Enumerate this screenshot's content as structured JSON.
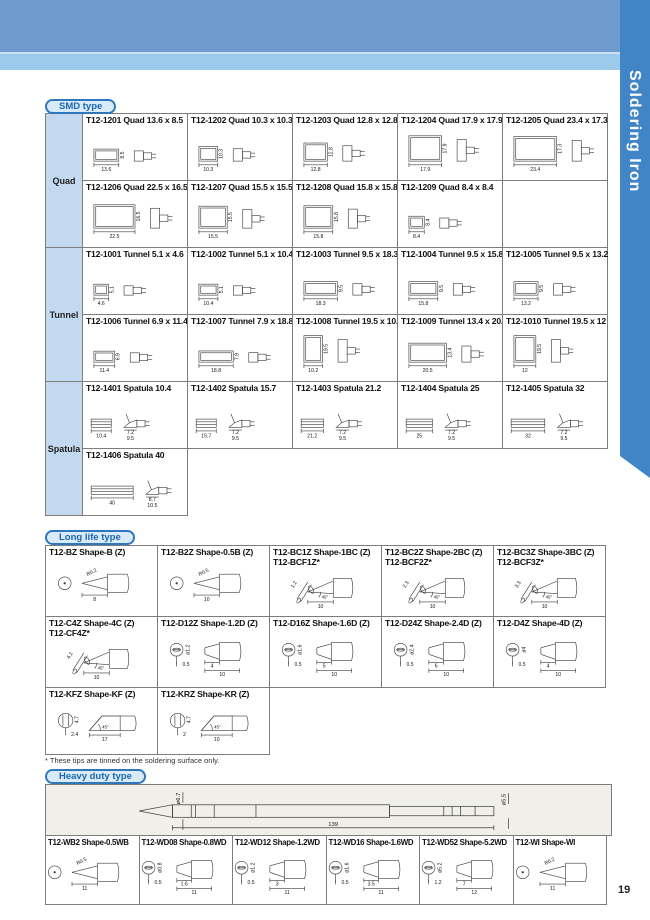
{
  "page": {
    "number": "19"
  },
  "side_tab": {
    "label": "Soldering Iron"
  },
  "colors": {
    "band_blue": "#6e9ace",
    "band_light": "#9ccaec",
    "tab_blue": "#4285c6",
    "badge_text": "#1a66ae",
    "badge_border": "#2e77bd",
    "row_label_bg": "#c3d9f0",
    "grid_border": "#7d7d7d"
  },
  "sections": {
    "smd": {
      "badge": "SMD type",
      "groups": [
        {
          "label": "Quad",
          "rows": [
            [
              {
                "title": "T12-1201 Quad 13.6 x 8.5",
                "type": "quad",
                "w": 13.6,
                "h": 8.5
              },
              {
                "title": "T12-1202 Quad 10.3 x 10.3",
                "type": "quad",
                "w": 10.3,
                "h": 10.3
              },
              {
                "title": "T12-1203 Quad 12.8 x 12.8",
                "type": "quad",
                "w": 12.8,
                "h": 12.8
              },
              {
                "title": "T12-1204 Quad 17.9 x 17.9",
                "type": "quad",
                "w": 17.9,
                "h": 17.9
              },
              {
                "title": "T12-1205 Quad 23.4 x 17.3",
                "type": "quad",
                "w": 23.4,
                "h": 17.3
              }
            ],
            [
              {
                "title": "T12-1206 Quad 22.5 x 16.5",
                "type": "quad",
                "w": 22.5,
                "h": 16.5
              },
              {
                "title": "T12-1207 Quad 15.5 x 15.5",
                "type": "quad",
                "w": 15.5,
                "h": 15.5
              },
              {
                "title": "T12-1208 Quad 15.8 x 15.8",
                "type": "quad",
                "w": 15.8,
                "h": 15.8
              },
              {
                "title": "T12-1209 Quad 8.4 x 8.4",
                "type": "quad",
                "w": 8.4,
                "h": 8.4
              },
              {
                "empty": true,
                "bordered": true
              }
            ]
          ]
        },
        {
          "label": "Tunnel",
          "rows": [
            [
              {
                "title": "T12-1001 Tunnel 5.1 x 4.6",
                "type": "tunnel",
                "w": 5.1,
                "h": 4.6
              },
              {
                "title": "T12-1002 Tunnel 5.1 x 10.4",
                "type": "tunnel",
                "w": 5.1,
                "h": 10.4
              },
              {
                "title": "T12-1003 Tunnel 9.5 x 18.3",
                "type": "tunnel",
                "w": 9.5,
                "h": 18.3
              },
              {
                "title": "T12-1004 Tunnel 9.5 x 15.8",
                "type": "tunnel",
                "w": 9.5,
                "h": 15.8
              },
              {
                "title": "T12-1005 Tunnel 9.5 x 13.2",
                "type": "tunnel",
                "w": 9.5,
                "h": 13.2
              }
            ],
            [
              {
                "title": "T12-1006 Tunnel 6.9 x 11.4",
                "type": "tunnel",
                "w": 6.9,
                "h": 11.4
              },
              {
                "title": "T12-1007 Tunnel 7.9 x 18.8",
                "type": "tunnel",
                "w": 7.9,
                "h": 18.8
              },
              {
                "title": "T12-1008 Tunnel 19.5 x 10.2",
                "type": "tunnel",
                "w": 19.5,
                "h": 10.2
              },
              {
                "title": "T12-1009 Tunnel 13.4 x 20.5",
                "type": "tunnel",
                "w": 13.4,
                "h": 20.5
              },
              {
                "title": "T12-1010 Tunnel 19.5 x 12",
                "type": "tunnel",
                "w": 19.5,
                "h": 12
              }
            ]
          ]
        },
        {
          "label": "Spatula",
          "rows": [
            [
              {
                "title": "T12-1401 Spatula 10.4",
                "type": "spatula",
                "w": 10.4,
                "dims": [
                  "7.2",
                  "9.5"
                ]
              },
              {
                "title": "T12-1402 Spatula 15.7",
                "type": "spatula",
                "w": 15.7,
                "dims": [
                  "7.2",
                  "9.5"
                ]
              },
              {
                "title": "T12-1403 Spatula 21.2",
                "type": "spatula",
                "w": 21.2,
                "dims": [
                  "7.2",
                  "9.5"
                ]
              },
              {
                "title": "T12-1404 Spatula 25",
                "type": "spatula",
                "w": 25,
                "dims": [
                  "7.2",
                  "9.5"
                ]
              },
              {
                "title": "T12-1405 Spatula 32",
                "type": "spatula",
                "w": 32,
                "dims": [
                  "7.2",
                  "9.5"
                ]
              }
            ],
            [
              {
                "title": "T12-1406 Spatula 40",
                "type": "spatula",
                "w": 40,
                "dims": [
                  "8.7",
                  "10.5"
                ]
              },
              {
                "empty": true
              },
              {
                "empty": true
              },
              {
                "empty": true
              },
              {
                "empty": true
              }
            ]
          ]
        }
      ]
    },
    "longlife": {
      "badge": "Long life type",
      "footnote": "* These tips are tinned on the soldering surface only.",
      "rows": [
        [
          {
            "title": "T12-BZ Shape-B (Z)",
            "type": "cone",
            "dims": [
              "R0.2",
              "8"
            ]
          },
          {
            "title": "T12-B2Z Shape-0.5B (Z)",
            "type": "cone",
            "dims": [
              "R0.5",
              "10"
            ]
          },
          {
            "title": "T12-BC1Z Shape-1BC (Z)",
            "title2": "T12-BCF1Z*",
            "type": "bevel",
            "dims": [
              "1.2",
              "45°",
              "10"
            ]
          },
          {
            "title": "T12-BC2Z Shape-2BC (Z)",
            "title2": "T12-BCF2Z*",
            "type": "bevel",
            "dims": [
              "2.3",
              "45°",
              "10"
            ]
          },
          {
            "title": "T12-BC3Z Shape-3BC (Z)",
            "title2": "T12-BCF3Z*",
            "type": "bevel",
            "dims": [
              "3.3",
              "45°",
              "10"
            ]
          }
        ],
        [
          {
            "title": "T12-C4Z Shape-4C (Z)",
            "title2": "T12-CF4Z*",
            "type": "bevel",
            "dims": [
              "4.2",
              "45°",
              "10"
            ]
          },
          {
            "title": "T12-D12Z Shape-1.2D (Z)",
            "type": "chisel",
            "dims": [
              "ø1.2",
              "0.5",
              "4",
              "10"
            ]
          },
          {
            "title": "T12-D16Z Shape-1.6D (Z)",
            "type": "chisel",
            "dims": [
              "ø1.6",
              "0.5",
              "5",
              "10"
            ]
          },
          {
            "title": "T12-D24Z Shape-2.4D (Z)",
            "type": "chisel",
            "dims": [
              "ø2.4",
              "0.5",
              "6",
              "10"
            ]
          },
          {
            "title": "T12-D4Z Shape-4D (Z)",
            "type": "chisel",
            "dims": [
              "ø4",
              "0.5",
              "4",
              "10"
            ]
          }
        ],
        [
          {
            "title": "T12-KFZ Shape-KF (Z)",
            "type": "knife",
            "dims": [
              "4.7",
              "2.4",
              "45°",
              "17"
            ]
          },
          {
            "title": "T12-KRZ Shape-KR (Z)",
            "type": "knife",
            "dims": [
              "4.7",
              "2",
              "45°",
              "10"
            ]
          },
          {
            "empty": true
          },
          {
            "empty": true
          },
          {
            "empty": true
          }
        ]
      ]
    },
    "heavy": {
      "badge": "Heavy duty type",
      "main_drawing_dims": [
        "ø6.7",
        "139",
        "ø5.5"
      ],
      "cells": [
        {
          "title": "T12-WB2 Shape-0.5WB",
          "type": "cone",
          "dims": [
            "R0.5",
            "11"
          ]
        },
        {
          "title": "T12-WD08 Shape-0.8WD",
          "type": "chisel",
          "dims": [
            "ø0.8",
            "0.5",
            "1.6",
            "11"
          ]
        },
        {
          "title": "T12-WD12 Shape-1.2WD",
          "type": "chisel",
          "dims": [
            "ø1.2",
            "0.5",
            "3",
            "11"
          ]
        },
        {
          "title": "T12-WD16 Shape-1.6WD",
          "type": "chisel",
          "dims": [
            "ø1.6",
            "0.5",
            "3.5",
            "11"
          ]
        },
        {
          "title": "T12-WD52 Shape-5.2WD",
          "type": "chisel",
          "dims": [
            "ø5.2",
            "1.2",
            "7",
            "12"
          ]
        },
        {
          "title": "T12-WI Shape-WI",
          "type": "cone",
          "dims": [
            "R0.2",
            "11"
          ]
        }
      ]
    }
  }
}
